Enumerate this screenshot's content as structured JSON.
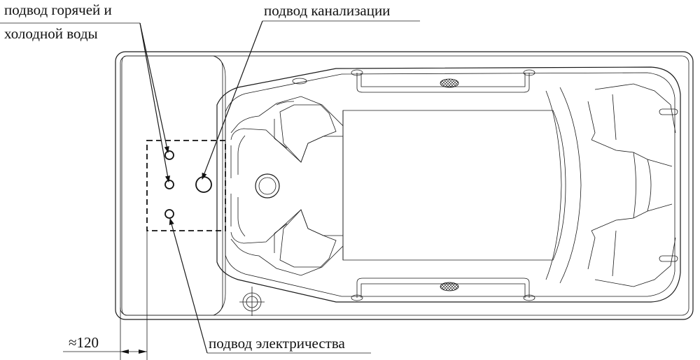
{
  "labels": {
    "water": [
      "подвод горячей и",
      "холодной воды"
    ],
    "sewer": "подвод канализации",
    "electric": "подвод электричества",
    "dimension": "≈120"
  }
}
